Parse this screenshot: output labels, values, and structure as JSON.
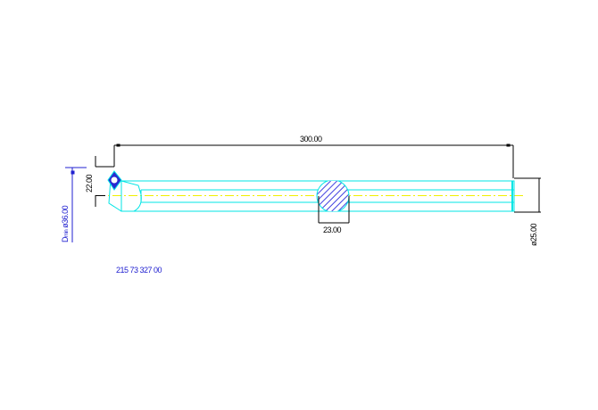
{
  "drawing": {
    "overall_length": "300.00",
    "section_width": "23.00",
    "offset": "22.00",
    "shank_diameter": "ø25.00",
    "min_bore_label": "D",
    "min_bore_subscript": "min",
    "min_bore_value": "ø36.00",
    "part_number": "215 73 327 00"
  },
  "colors": {
    "body": "#00e5e5",
    "centerline": "#f0f000",
    "dimension": "#000000",
    "annotation": "#2020d0"
  }
}
